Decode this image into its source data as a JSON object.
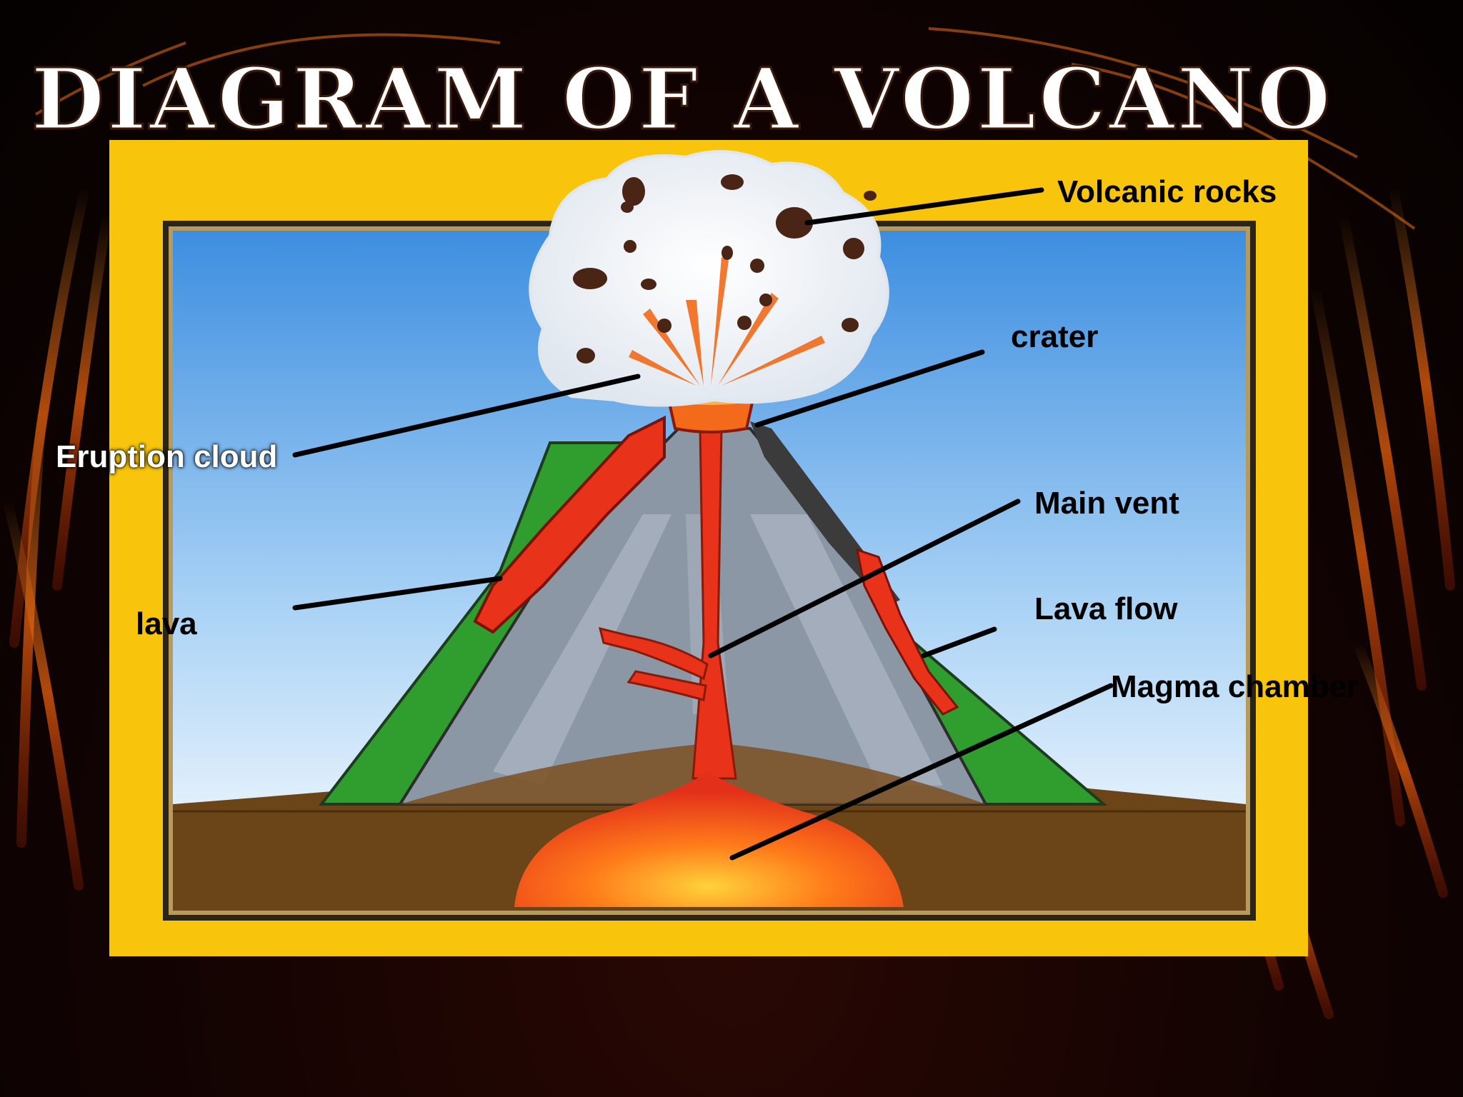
{
  "title": "DIAGRAM OF A VOLCANO",
  "labels": {
    "volcanic_rocks": "Volcanic rocks",
    "crater": "crater",
    "eruption_cloud": "Eruption cloud",
    "main_vent": "Main vent",
    "lava": "lava",
    "lava_flow": "Lava flow",
    "magma_chamber": "Magma chamber"
  },
  "colors": {
    "frame": "#f8c50c",
    "sky_top": "#3d8ee0",
    "sky_bottom": "#ffffff",
    "volcano_grey": "#8c97a6",
    "vegetation": "#2f9e2f",
    "lava": "#e8321a",
    "ground": "#6b4418"
  }
}
